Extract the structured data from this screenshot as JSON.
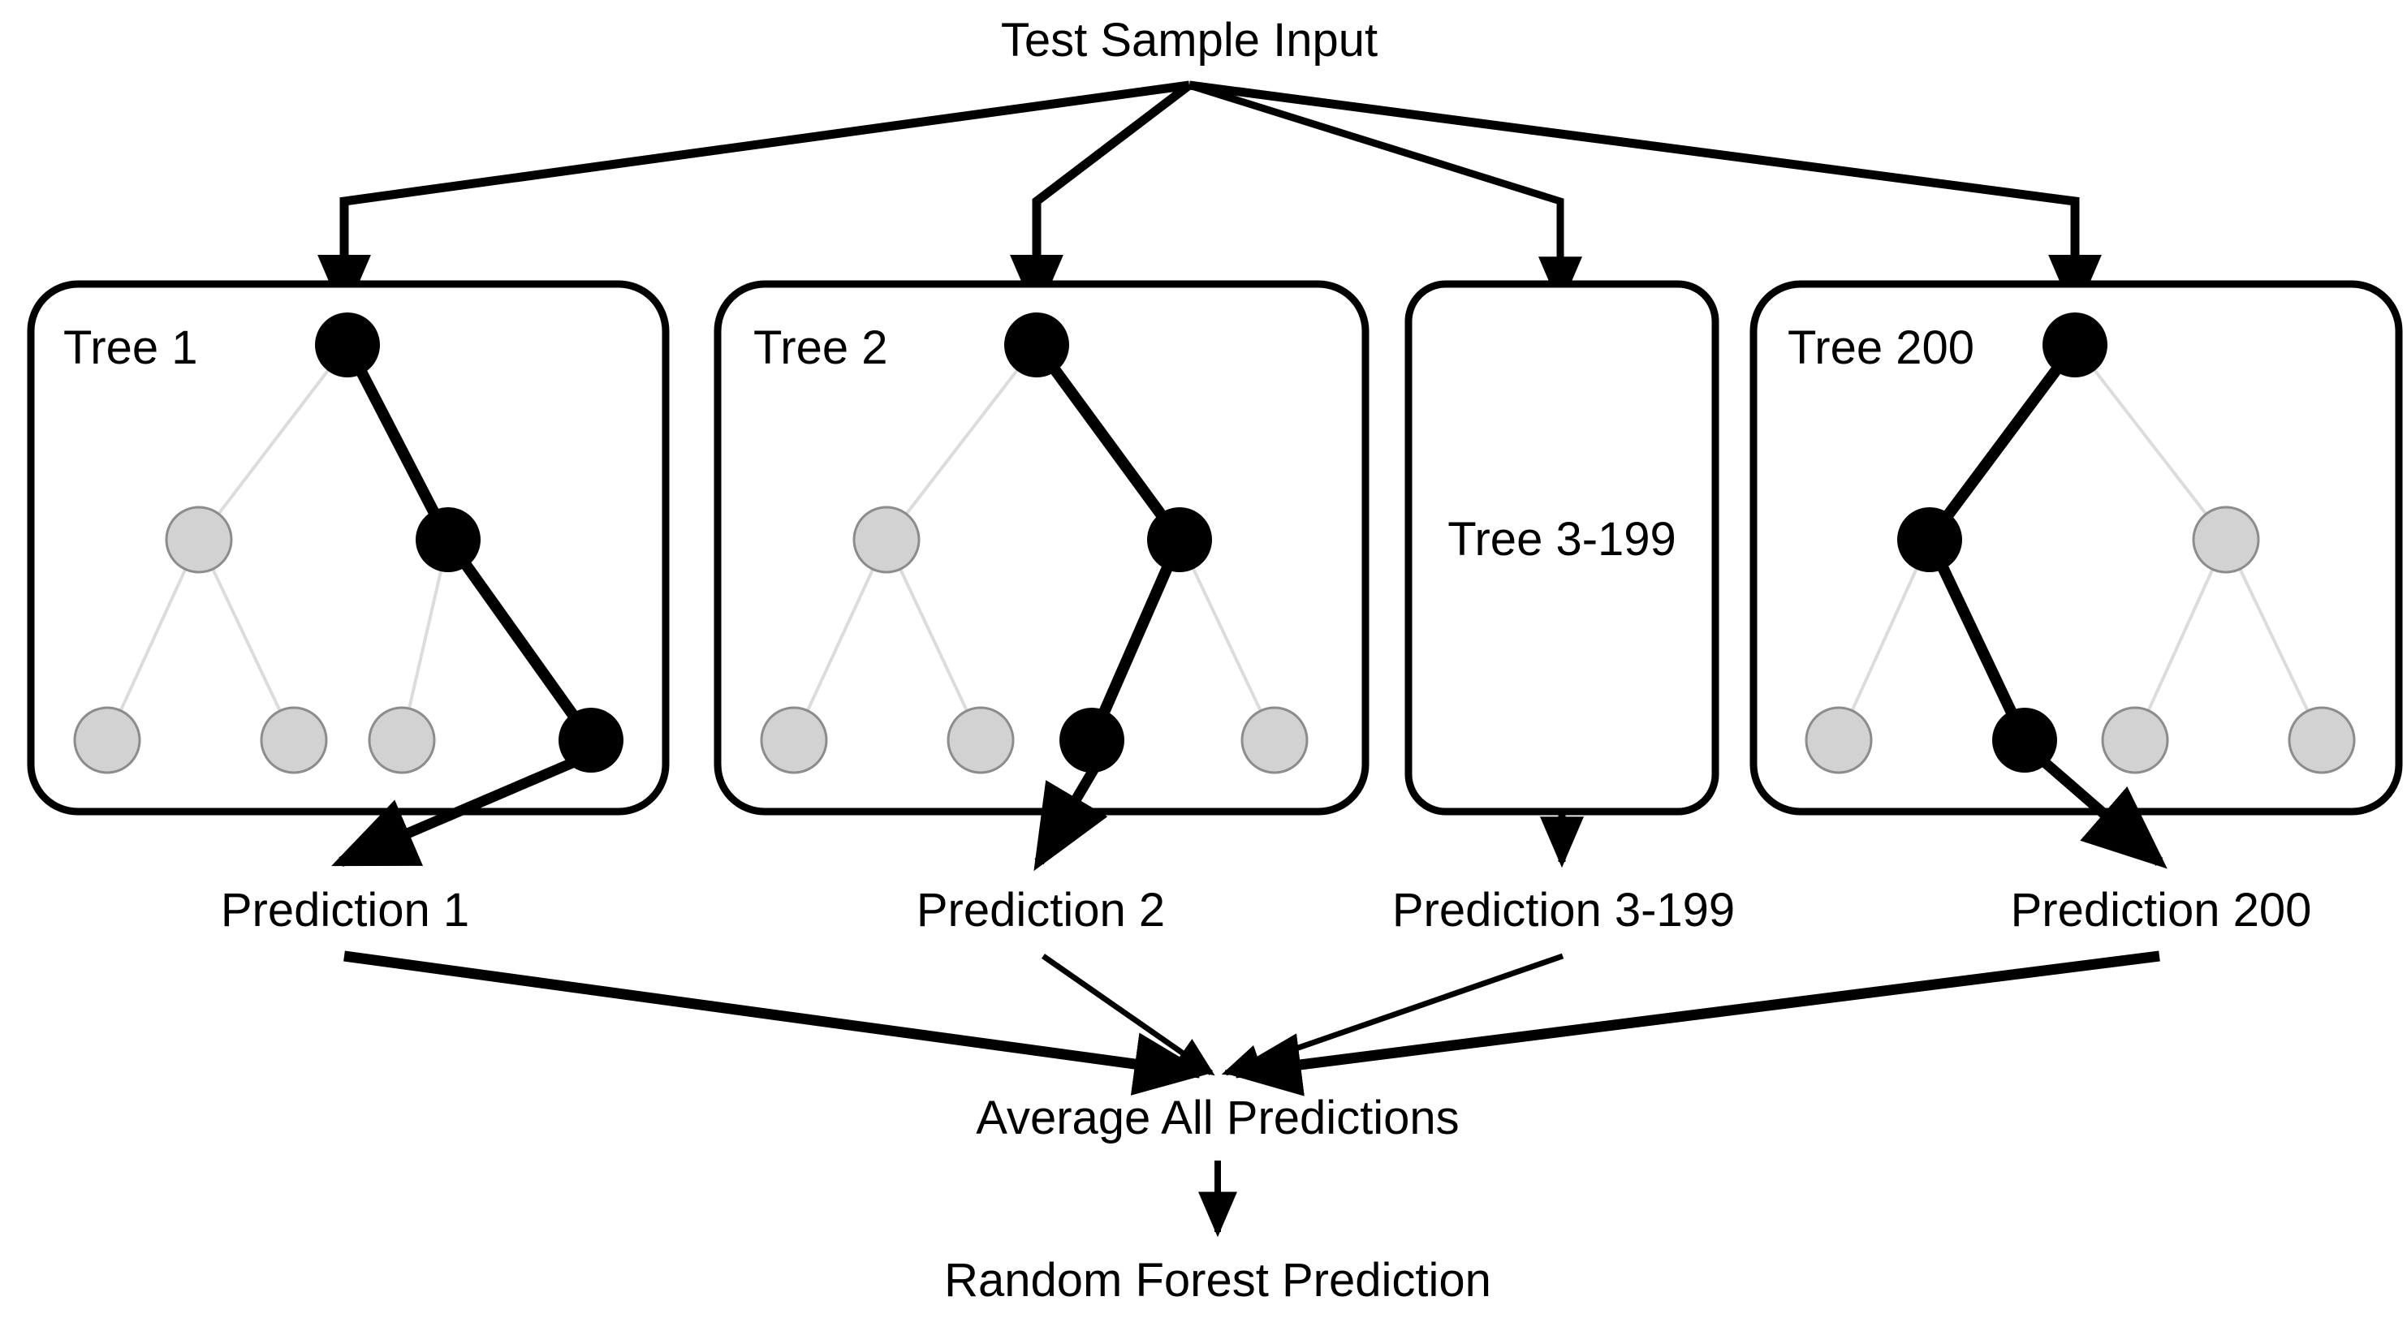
{
  "diagram": {
    "title": "Test Sample Input",
    "type": "random-forest-flowchart",
    "background_color": "#ffffff",
    "stroke_color": "#000000",
    "active_node_color": "#000000",
    "inactive_node_color": "#d2d2d2",
    "inactive_node_stroke": "#8c8c8c",
    "inactive_edge_color": "#d9d9d9"
  },
  "input": {
    "label": "Test Sample Input"
  },
  "trees": [
    {
      "label": "Tree 1",
      "has_tree_drawing": true,
      "active_path": [
        "root",
        "right",
        "right-right"
      ],
      "prediction_label": "Prediction 1"
    },
    {
      "label": "Tree 2",
      "has_tree_drawing": true,
      "active_path": [
        "root",
        "right",
        "right-left"
      ],
      "prediction_label": "Prediction 2"
    },
    {
      "label": "Tree 3-199",
      "has_tree_drawing": false,
      "active_path": [],
      "prediction_label": "Prediction 3-199"
    },
    {
      "label": "Tree 200",
      "has_tree_drawing": true,
      "active_path": [
        "root",
        "left",
        "left-right"
      ],
      "prediction_label": "Prediction 200"
    }
  ],
  "aggregate": {
    "label": "Average All Predictions"
  },
  "output": {
    "label": "Random Forest Prediction"
  }
}
